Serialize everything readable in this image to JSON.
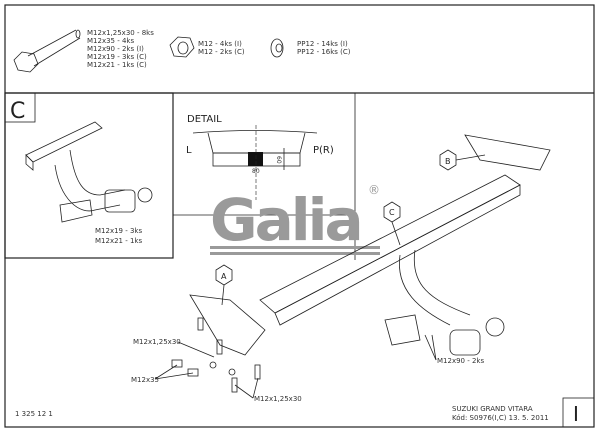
{
  "parts": {
    "bolt": [
      "M12x1,25x30 - 8ks",
      "M12x35 - 4ks",
      "M12x90 - 2ks (I)",
      "M12x19 - 3ks (C)",
      "M12x21 - 1ks (C)"
    ],
    "nut": [
      "M12 - 4ks (I)",
      "M12 - 2ks (C)"
    ],
    "washer": [
      "PP12 - 14ks (I)",
      "PP12 - 16ks (C)"
    ]
  },
  "panel_c": {
    "letter": "C",
    "labels": [
      "M12x19 - 3ks",
      "M12x21 - 1ks"
    ]
  },
  "detail": {
    "title": "DETAIL",
    "left": "L",
    "right": "P(R)",
    "dim_width": "80",
    "dim_height": "60"
  },
  "logo": {
    "text": "Galia",
    "registered": "®"
  },
  "callouts": {
    "a": "A",
    "b": "B",
    "c": "C"
  },
  "labels": {
    "m30_top": "M12x1,25x30",
    "m35": "M12x35",
    "m30_bottom": "M12x1,25x30",
    "m90": "M12x90 - 2ks"
  },
  "footer": {
    "drawing_no": "1 325 12 1",
    "vehicle": "SUZUKI GRAND VITARA",
    "code": "Kód: S0976(I,C)  13. 5. 2011",
    "variant": "I"
  }
}
